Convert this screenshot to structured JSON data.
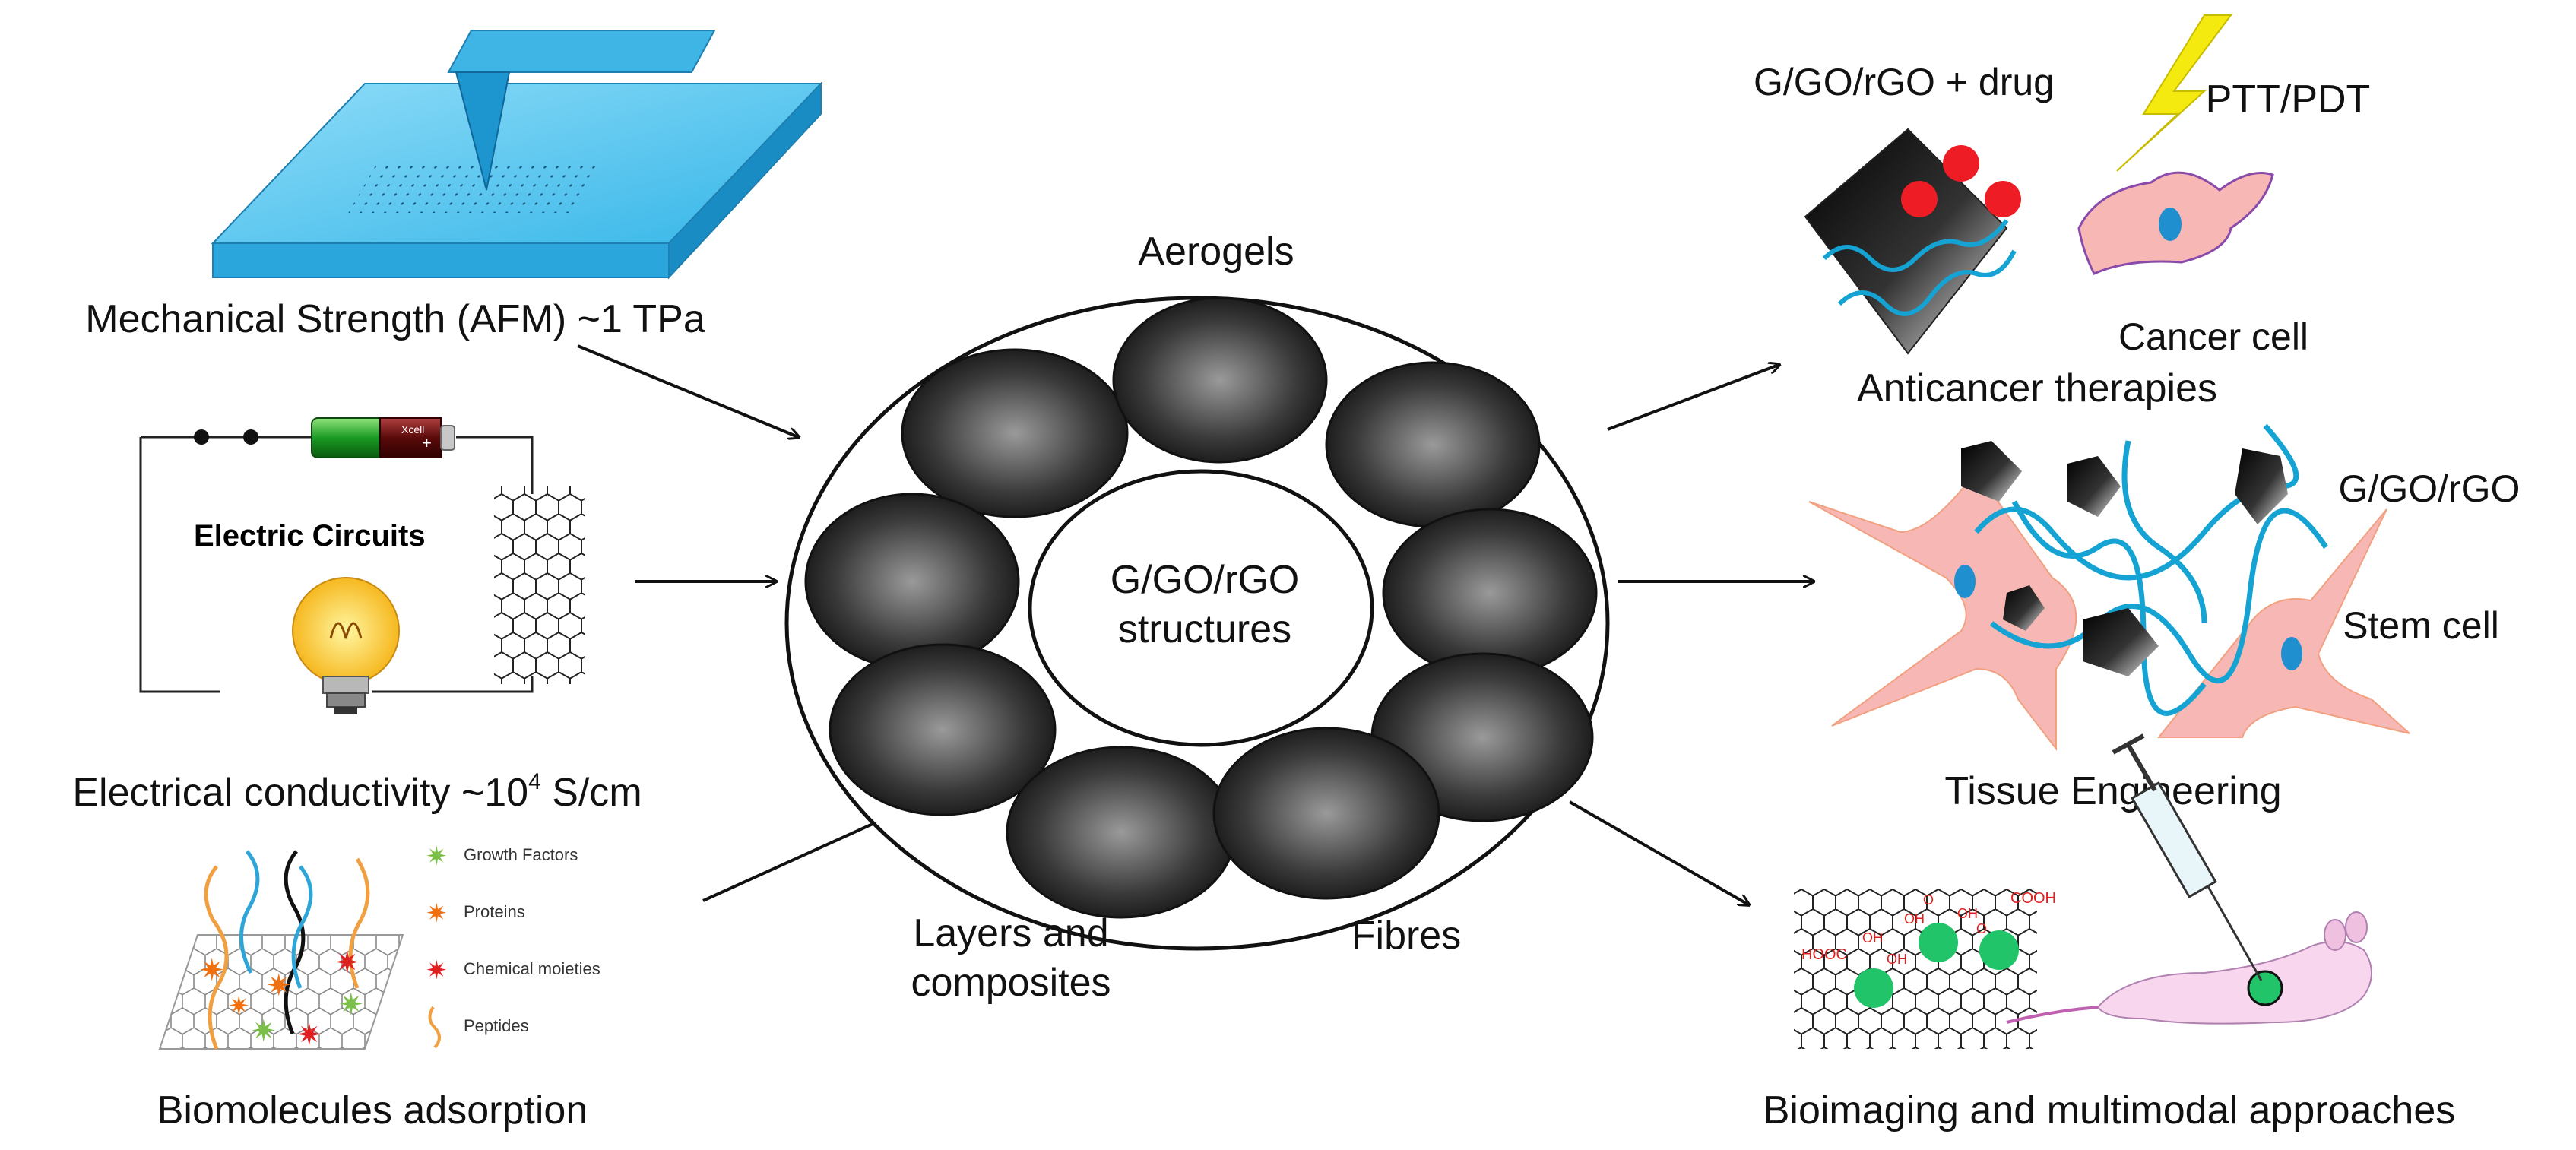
{
  "left": {
    "mechanical": "Mechanical Strength (AFM) ~1 TPa",
    "circuit_title": "Electric Circuits",
    "conductivity_prefix": "Electrical conductivity ~10",
    "conductivity_exp": "4",
    "conductivity_unit": " S/cm",
    "battery_brand": "Xcell",
    "legend": {
      "growth": "Growth Factors",
      "proteins": "Proteins",
      "chemical": "Chemical moieties",
      "peptides": "Peptides"
    },
    "biomolecules": "Biomolecules adsorption"
  },
  "center": {
    "aerogels": "Aerogels",
    "core_line1": "G/GO/rGO",
    "core_line2": "structures",
    "layers_line1": "Layers and",
    "layers_line2": "composites",
    "fibres": "Fibres"
  },
  "right": {
    "drug": "G/GO/rGO + drug",
    "ptt": "PTT/PDT",
    "cancer_cell": "Cancer cell",
    "anticancer": "Anticancer therapies",
    "ggo": "G/GO/rGO",
    "stem_cell": "Stem cell",
    "tissue": "Tissue Engineering",
    "cooh": "COOH",
    "hooc": "HOOC",
    "oh": "OH",
    "o": "O",
    "bioimaging": "Bioimaging and multimodal approaches"
  },
  "colors": {
    "afm_plate": "#4fc3ee",
    "cell_pink": "#f7b8b5",
    "nucleus": "#1f8fcf",
    "polymer": "#14a3d2",
    "drug_dot": "#ee1c24",
    "lightning": "#f4ea10",
    "fluor_green": "#22c46a",
    "peptide_orange": "#f0a040",
    "peptide_blue": "#2da5d8"
  }
}
